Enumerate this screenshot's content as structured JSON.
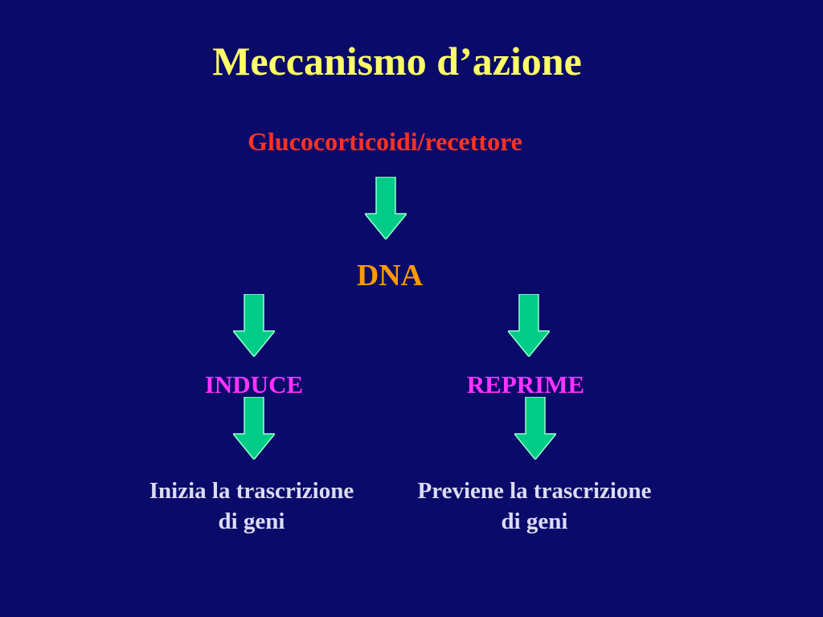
{
  "slide": {
    "title": "Meccanismo d’azione",
    "receptor_label": "Glucocorticoidi/recettore",
    "dna_label": "DNA",
    "left_branch": {
      "label": "INDUCE",
      "outcome_line1": "Inizia la trascrizione",
      "outcome_line2": "di geni"
    },
    "right_branch": {
      "label": "REPRIME",
      "outcome_line1": "Previene la trascrizione",
      "outcome_line2": "di geni"
    }
  },
  "colors": {
    "background": "#0a0a6a",
    "title": "#ffff66",
    "receptor": "#ff3322",
    "dna": "#ff9900",
    "branch_label": "#ff33ff",
    "outcome_text": "#dcdcf5",
    "arrow_fill": "#00cc88",
    "arrow_edge": "#99ffcc"
  },
  "icons": {
    "arrow": "down-arrow-icon"
  }
}
